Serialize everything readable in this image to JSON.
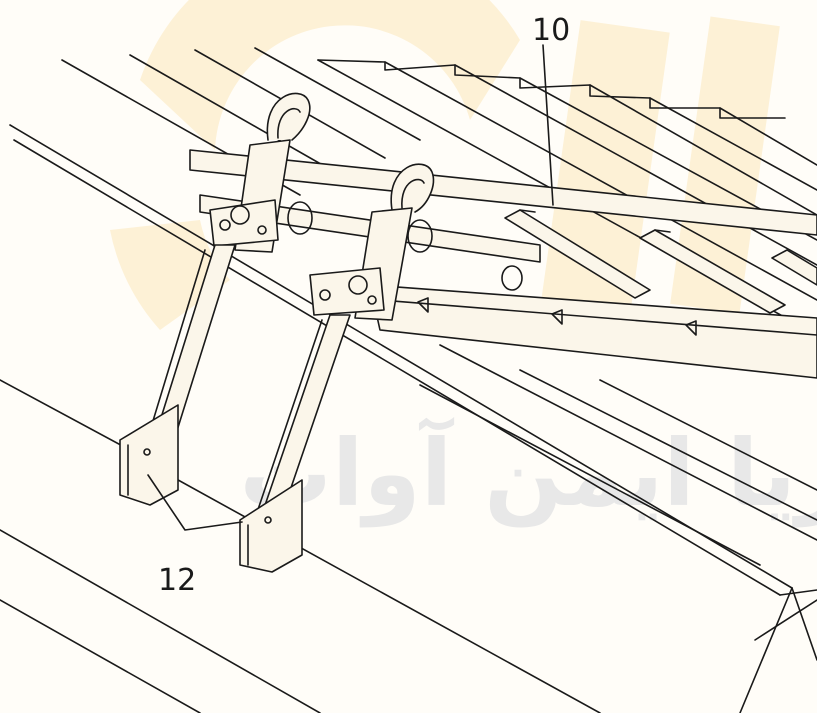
{
  "callouts": [
    {
      "id": "10",
      "text": "10"
    },
    {
      "id": "12",
      "text": "12"
    }
  ],
  "watermark": {
    "text": "آریا ایمن آوات",
    "color": "#e8e8e8",
    "logo_color": "#fdf1d6"
  },
  "colors": {
    "line": "#1a1a1a",
    "paper": "#fffdf8",
    "panel_fill": "#fbf6ea"
  }
}
